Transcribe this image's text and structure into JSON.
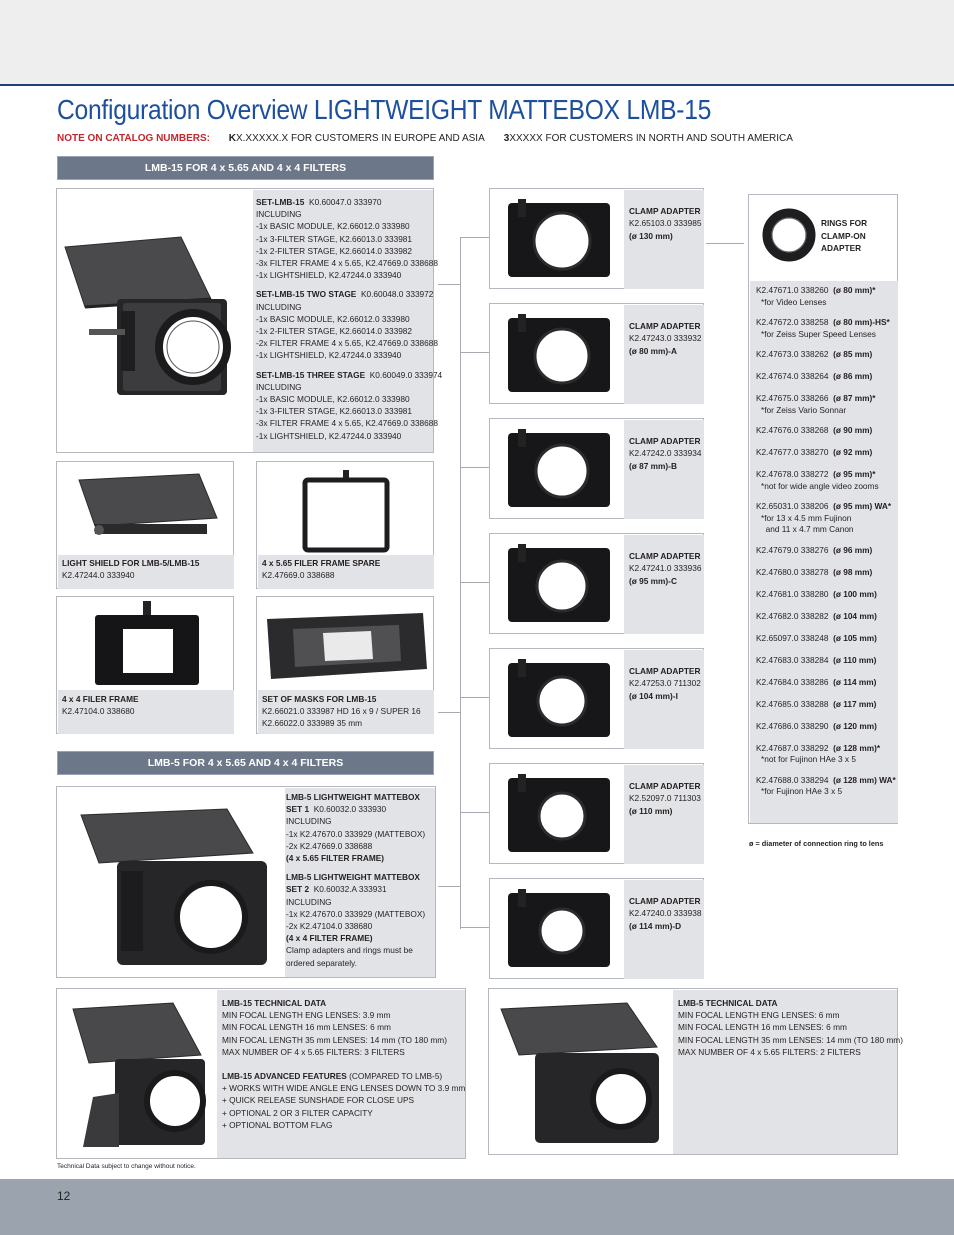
{
  "header": {
    "title": "Configuration Overview LIGHTWEIGHT MATTEBOX LMB-15",
    "note_label": "NOTE ON CATALOG NUMBERS:",
    "note_k_bold": "K",
    "note_k_text": "X.XXXXX.X FOR CUSTOMERS IN EUROPE AND ASIA",
    "note_3_bold": "3",
    "note_3_text": "XXXXX FOR CUSTOMERS IN NORTH AND SOUTH AMERICA"
  },
  "lmb15_section": {
    "header": "LMB-15 FOR 4 x 5.65 AND 4 x 4 FILTERS",
    "sets": [
      {
        "name": "SET-LMB-15",
        "code": "K0.60047.0  333970",
        "lines": [
          "INCLUDING",
          "-1x BASIC MODULE, K2.66012.0  333980",
          "-1x 3-FILTER STAGE, K2.66013.0  333981",
          "-1x 2-FILTER STAGE, K2.66014.0  333982",
          "-3x FILTER FRAME 4 x 5.65, K2.47669.0  338688",
          "-1x LIGHTSHIELD, K2.47244.0   333940"
        ]
      },
      {
        "name": "SET-LMB-15 TWO STAGE",
        "code": "K0.60048.0  333972",
        "lines": [
          "INCLUDING",
          "-1x BASIC MODULE, K2.66012.0  333980",
          "-1x 2-FILTER STAGE, K2.66014.0  333982",
          "-2x FILTER FRAME 4 x 5.65, K2.47669.0  338688",
          "-1x LIGHTSHIELD, K2.47244.0   333940"
        ]
      },
      {
        "name": "SET-LMB-15 THREE STAGE",
        "code": "K0.60049.0  333974",
        "lines": [
          "INCLUDING",
          "-1x BASIC MODULE, K2.66012.0  333980",
          "-1x 3-FILTER STAGE, K2.66013.0  333981",
          "-3x FILTER FRAME 4 x 5.65, K2.47669.0  338688",
          "-1x LIGHTSHIELD, K2.47244.0   333940"
        ]
      }
    ],
    "accessories": [
      {
        "title": "LIGHT SHIELD FOR LMB-5/LMB-15",
        "lines": [
          "K2.47244.0  333940"
        ]
      },
      {
        "title": "4 x 5.65 FILER FRAME SPARE",
        "lines": [
          "K2.47669.0  338688"
        ]
      },
      {
        "title": "4 x 4 FILER FRAME",
        "lines": [
          "K2.47104.0  338680"
        ]
      },
      {
        "title": "SET OF MASKS FOR LMB-15",
        "lines": [
          "K2.66021.0  333987  HD 16 x 9 / SUPER 16",
          "K2.66022.0  333989  35 mm"
        ]
      }
    ]
  },
  "lmb5_section": {
    "header": "LMB-5 FOR 4 x 5.65 AND 4 x 4 FILTERS",
    "set1_title": "LMB-5 LIGHTWEIGHT MATTEBOX",
    "set1_name": "SET 1",
    "set1_code": "K0.60032.0  333930",
    "set1_lines": [
      "INCLUDING",
      "-1x K2.47670.0  333929 (MATTEBOX)",
      "-2x K2.47669.0  338688"
    ],
    "set1_bold": " (4 x 5.65 FILTER FRAME)",
    "set2_title": "LMB-5 LIGHTWEIGHT MATTEBOX",
    "set2_name": "SET 2",
    "set2_code": "K0.60032.A  333931",
    "set2_lines": [
      "INCLUDING",
      "-1x K2.47670.0  333929 (MATTEBOX)",
      "-2x K2.47104.0  338680"
    ],
    "set2_bold": " (4 x 4 FILTER FRAME)",
    "set2_note": [
      "Clamp adapters and rings must be",
      "ordered separately."
    ]
  },
  "lmb15_tech": {
    "title": "LMB-15 TECHNICAL DATA",
    "lines": [
      "MIN FOCAL LENGTH ENG LENSES:     3.9 mm",
      "MIN FOCAL LENGTH 16 mm LENSES:  6 mm",
      "MIN FOCAL LENGTH 35 mm LENSES:  14 mm (TO 180 mm)",
      "MAX NUMBER OF 4 x 5.65 FILTERS:    3 FILTERS"
    ],
    "adv_title": "LMB-15 ADVANCED FEATURES",
    "adv_suffix": " (COMPARED TO LMB-5)",
    "adv_lines": [
      "+ WORKS WITH WIDE ANGLE ENG LENSES DOWN TO 3.9 mm",
      "+ QUICK RELEASE SUNSHADE FOR CLOSE UPS",
      "+ OPTIONAL 2 OR 3 FILTER CAPACITY",
      "+ OPTIONAL BOTTOM FLAG"
    ]
  },
  "lmb5_tech": {
    "title": "LMB-5 TECHNICAL DATA",
    "lines": [
      "MIN FOCAL LENGTH ENG LENSES:     6 mm",
      "MIN FOCAL LENGTH 16 mm LENSES:  6 mm",
      "MIN FOCAL LENGTH 35 mm LENSES:  14 mm (TO 180 mm)",
      "MAX NUMBER OF 4 x 5.65 FILTERS:    2 FILTERS"
    ]
  },
  "clamp_adapters": [
    {
      "title": "CLAMP ADAPTER",
      "code": "K2.65103.0  333985",
      "size": "(ø 130 mm)"
    },
    {
      "title": "CLAMP ADAPTER",
      "code": "K2.47243.0  333932",
      "size": "(ø 80 mm)-A"
    },
    {
      "title": "CLAMP ADAPTER",
      "code": "K2.47242.0  333934",
      "size": "(ø 87 mm)-B"
    },
    {
      "title": "CLAMP ADAPTER",
      "code": "K2.47241.0  333936",
      "size": "(ø 95 mm)-C"
    },
    {
      "title": "CLAMP ADAPTER",
      "code": "K2.47253.0  711302",
      "size": "(ø 104 mm)-I"
    },
    {
      "title": "CLAMP ADAPTER",
      "code": "K2.52097.0  711303",
      "size": "(ø 110 mm)"
    },
    {
      "title": "CLAMP ADAPTER",
      "code": "K2.47240.0  333938",
      "size": "(ø 114 mm)-D"
    }
  ],
  "rings": {
    "title_lines": [
      "RINGS FOR",
      "CLAMP-ON",
      "ADAPTER"
    ],
    "items": [
      {
        "code": "K2.47671.0  338260",
        "size": "(ø 80 mm)*",
        "note": [
          "*for Video Lenses"
        ]
      },
      {
        "code": "K2.47672.0  338258",
        "size": "(ø 80 mm)-HS*",
        "note": [
          "*for Zeiss Super Speed Lenses"
        ]
      },
      {
        "code": "K2.47673.0  338262",
        "size": "(ø 85 mm)",
        "note": []
      },
      {
        "code": "K2.47674.0  338264",
        "size": "(ø 86 mm)",
        "note": []
      },
      {
        "code": "K2.47675.0  338266",
        "size": "(ø 87 mm)*",
        "note": [
          "*for Zeiss Vario Sonnar"
        ]
      },
      {
        "code": "K2.47676.0  338268",
        "size": "(ø 90 mm)",
        "note": []
      },
      {
        "code": "K2.47677.0  338270",
        "size": "(ø 92 mm)",
        "note": []
      },
      {
        "code": "K2.47678.0  338272",
        "size": "(ø 95 mm)*",
        "note": [
          "*not for wide angle video zooms"
        ]
      },
      {
        "code": "K2.65031.0  338206",
        "size": "(ø 95 mm) WA*",
        "note": [
          "*for 13 x 4.5 mm Fujinon",
          "  and 11 x 4.7 mm Canon"
        ]
      },
      {
        "code": "K2.47679.0  338276",
        "size": "(ø 96 mm)",
        "note": []
      },
      {
        "code": "K2.47680.0  338278",
        "size": "(ø 98 mm)",
        "note": []
      },
      {
        "code": "K2.47681.0  338280",
        "size": "(ø 100 mm)",
        "note": []
      },
      {
        "code": "K2.47682.0  338282",
        "size": "(ø 104 mm)",
        "note": []
      },
      {
        "code": "K2.65097.0  338248",
        "size": "(ø 105 mm)",
        "note": []
      },
      {
        "code": "K2.47683.0  338284",
        "size": "(ø 110 mm)",
        "note": []
      },
      {
        "code": "K2.47684.0  338286",
        "size": "(ø 114 mm)",
        "note": []
      },
      {
        "code": "K2.47685.0  338288",
        "size": "(ø 117 mm)",
        "note": []
      },
      {
        "code": "K2.47686.0  338290",
        "size": "(ø 120 mm)",
        "note": []
      },
      {
        "code": "K2.47687.0  338292",
        "size": "(ø 128 mm)*",
        "note": [
          "*not for Fujinon HAe 3 x 5"
        ]
      },
      {
        "code": "K2.47688.0  338294",
        "size": "(ø 128 mm) WA*",
        "note": [
          "*for Fujinon HAe 3 x 5"
        ]
      }
    ],
    "footnote": "ø = diameter of connection ring to lens"
  },
  "footer": {
    "disclaimer": "Technical Data subject to change without notice.",
    "page_number": "12"
  }
}
